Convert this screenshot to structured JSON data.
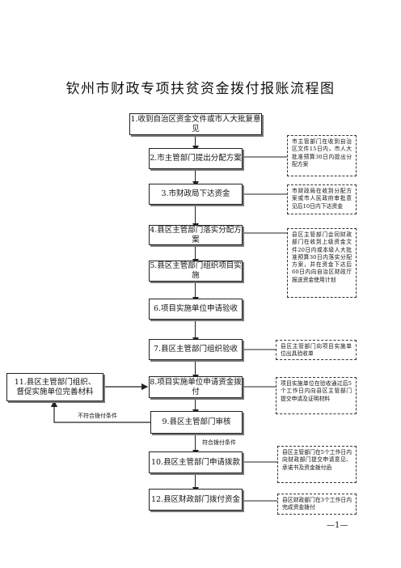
{
  "title": "钦州市财政专项扶贫资金拨付报账流程图",
  "steps": [
    "1.收到自治区资金文件或市人大批复意见",
    "2.市主管部门提出分配方案",
    "3.市财政局下达资金",
    "4.县区主管部门落实分配方案",
    "5.县区主管部门组织项目实施",
    "6.项目实施单位申请验收",
    "7.县区主管部门组织验收",
    "8.项目实施单位申请资金拨付",
    "9.县区主管部门审核",
    "10.县区主管部门申请拨款",
    "11.县区主管部门组织、督促实施单位完善材料",
    "12.县区财政部门拨付资金"
  ],
  "notes": {
    "step2": "市主管部门在收到自治区文件15日内，市人大批准预算30日内提出分配方案",
    "step3": "市财政局在收到分配方案或市人民政府审批意见后10日内下达资金",
    "step4": "县区主管部门会同财政部门在收到上级资金文件20日内或本级人大批准预算30日内落实分配方案，并在资金下达后60日内向自治区财政厅报送资金使用计划",
    "step7": "县区主管部门向项目实施单位出具验收单",
    "step8": "项目实施单位在验收通过后5个工作日内向县区主管部门提交申请及证明材料",
    "step10": "县区主管部门在5个工作日内向财政部门提交申请意见、承诺书及资金拨付函",
    "step12": "县区财政部门在3个工作日内完成资金拨付"
  },
  "labels": {
    "fail": "不符合拨付条件",
    "pass": "符合拨付条件"
  },
  "page_number": "—1—"
}
